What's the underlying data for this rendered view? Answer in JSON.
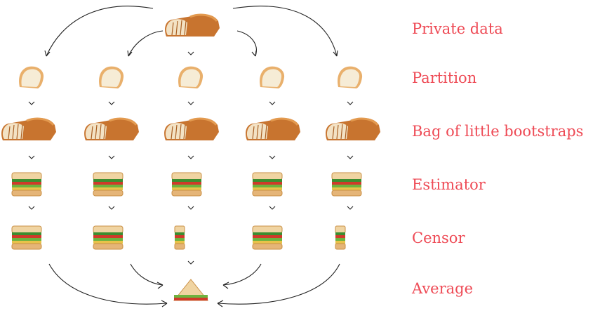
{
  "stages": [
    "Private data",
    "Partition",
    "Bag of little bootstraps",
    "Estimator",
    "Censor",
    "Average"
  ],
  "columns": 5,
  "censored_columns": [
    3,
    5
  ],
  "label_color": "#ee4a55",
  "icons": {
    "source": "loaf-icon",
    "partition": "bread-slice-icon",
    "bootstrap": "sliced-loaf-icon",
    "estimator": "sandwich-icon",
    "censor": "sandwich-icon",
    "average": "triangle-sandwich-icon"
  }
}
